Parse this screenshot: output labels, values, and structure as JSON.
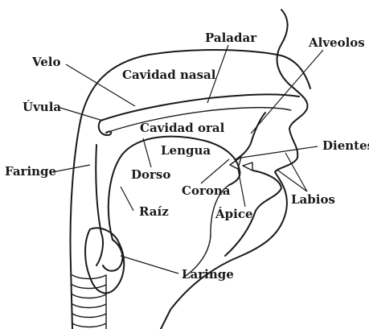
{
  "labels": {
    "paladar": "Paladar",
    "alveolos": "Alveolos",
    "velo": "Velo",
    "cavidad_nasal": "Cavidad nasal",
    "uvula": "Úvula",
    "cavidad_oral": "Cavidad oral",
    "dientes": "Dientes",
    "lengua": "Lengua",
    "faringe": "Faringe",
    "dorso": "Dorso",
    "corona": "Corona",
    "labios": "Labios",
    "raiz": "Raíz",
    "apice": "Ápice",
    "laringe": "Laringe"
  },
  "colors": {
    "ink": "#1a1a1a",
    "background": "#ffffff"
  }
}
